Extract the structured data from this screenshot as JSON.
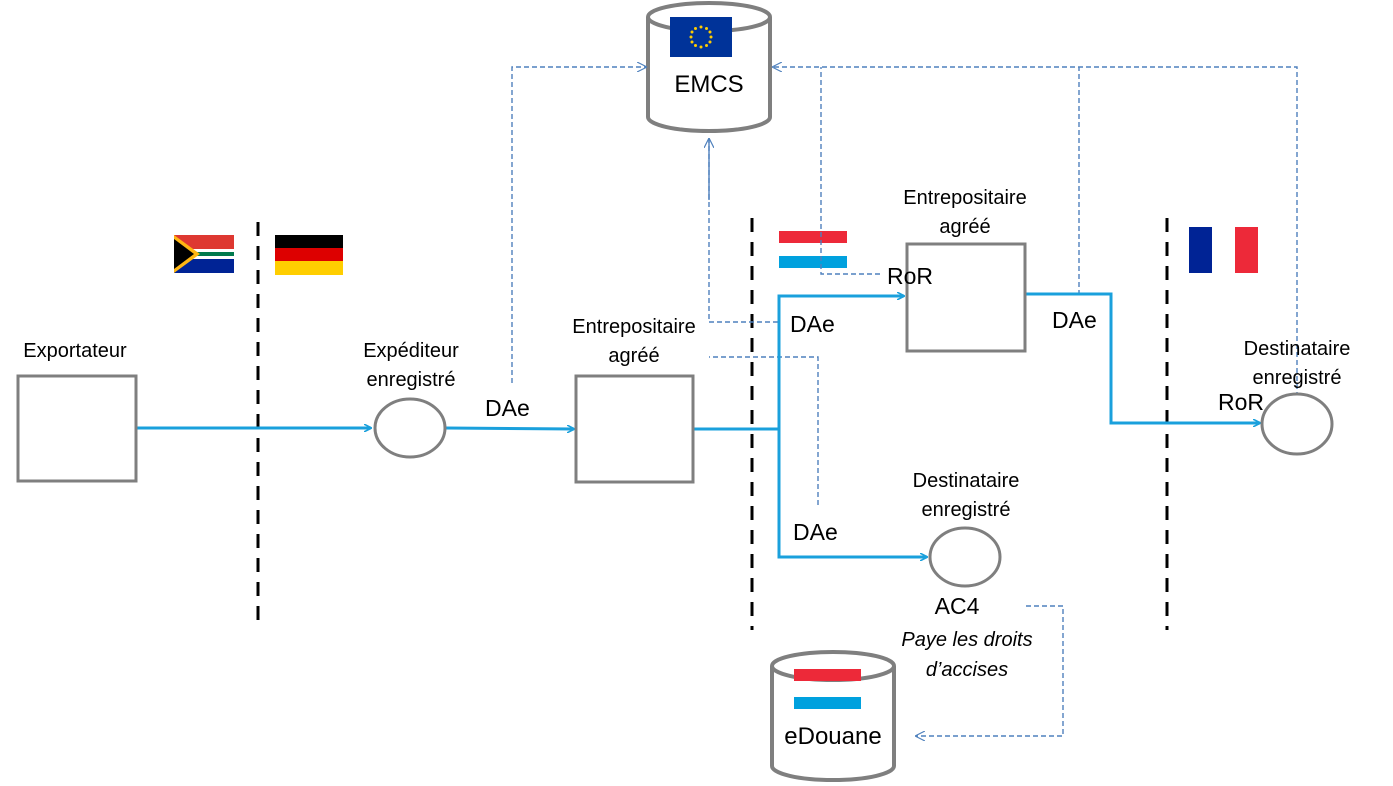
{
  "nodes": {
    "exportateur": {
      "label": "Exportateur"
    },
    "expediteur": {
      "label_line1": "Expéditeur",
      "label_line2": "enregistré"
    },
    "entrepositaire_de": {
      "label_line1": "Entrepositaire",
      "label_line2": "agréé"
    },
    "entrepositaire_lu": {
      "label_line1": "Entrepositaire",
      "label_line2": "agréé"
    },
    "destinataire_lu": {
      "label_line1": "Destinataire",
      "label_line2": "enregistré"
    },
    "destinataire_fr": {
      "label_line1": "Destinataire",
      "label_line2": "enregistré"
    },
    "emcs": {
      "label": "EMCS"
    },
    "edouane": {
      "label": "eDouane"
    }
  },
  "edge_labels": {
    "dae_1": "DAe",
    "dae_2": "DAe",
    "dae_3": "DAe",
    "dae_4": "DAe",
    "ror_1": "RoR",
    "ror_2": "RoR",
    "ac4": "AC4"
  },
  "notes": {
    "excise_line1": "Paye les droits",
    "excise_line2": "d’accises"
  },
  "flags": [
    "south-africa",
    "germany",
    "luxembourg",
    "france",
    "european-union"
  ],
  "colors": {
    "flow": "#1aa0dc",
    "dashed": "#4f81bd",
    "shape_stroke": "#7f7f7f",
    "border": "#000000"
  }
}
